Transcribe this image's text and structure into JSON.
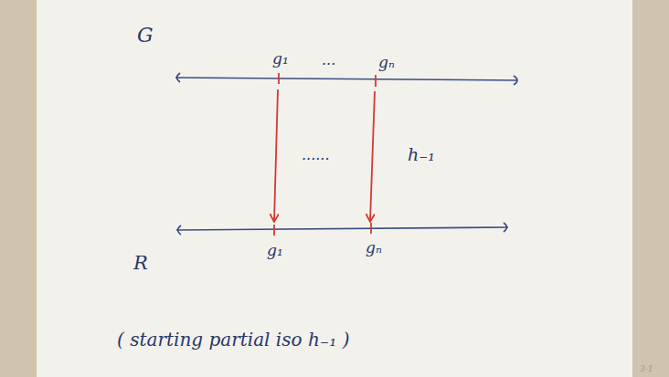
{
  "diagram": {
    "caption": "( starting partial iso h₋₁ )",
    "labels": [
      "G",
      "g₁",
      "...",
      "gₙ",
      "......",
      "h₋₁",
      "g₁",
      "gₙ",
      "R",
      "3-1"
    ]
  }
}
